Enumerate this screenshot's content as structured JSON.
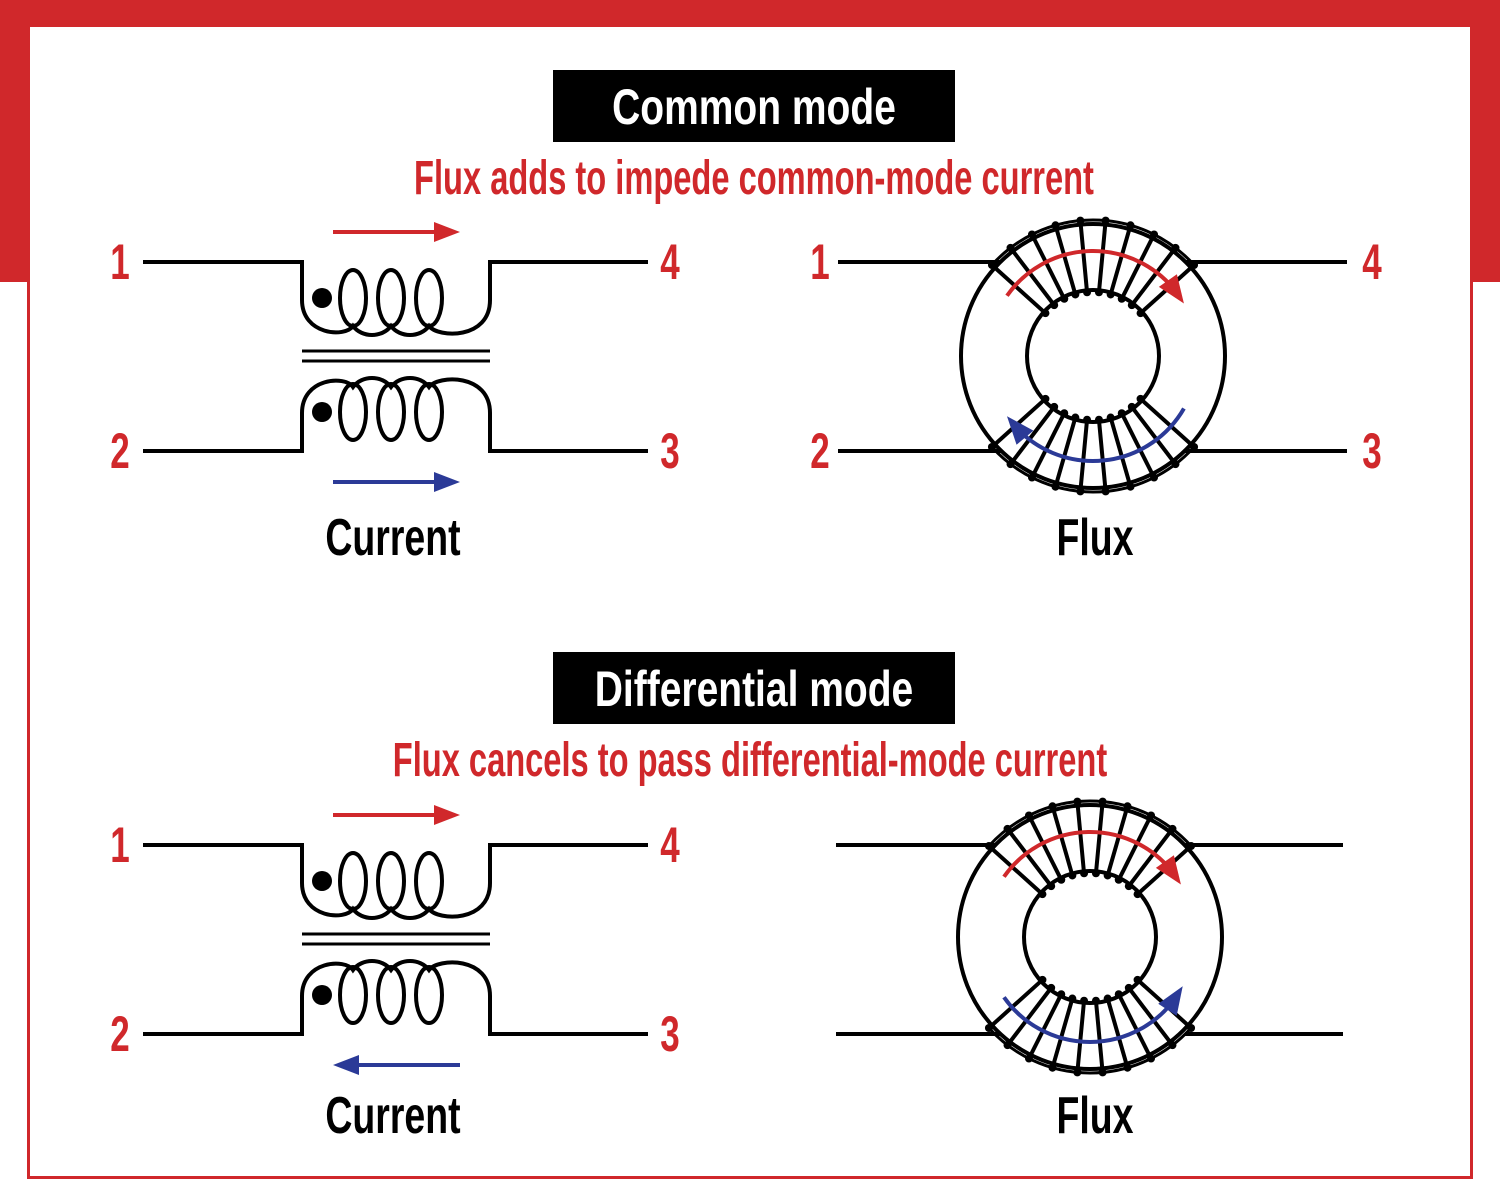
{
  "colors": {
    "red": "#d0282b",
    "blue": "#2b3a97",
    "black": "#000000"
  },
  "sections": [
    {
      "title": "Common mode",
      "subtitle": "Flux adds to impede common-mode current",
      "schematic": {
        "pins": [
          "1",
          "4",
          "2",
          "3"
        ],
        "caption": "Current",
        "top_arrow": "right",
        "bottom_arrow": "right"
      },
      "toroid": {
        "pins": [
          "1",
          "4",
          "2",
          "3"
        ],
        "caption": "Flux",
        "top_flux": "clockwise",
        "bottom_flux": "clockwise"
      }
    },
    {
      "title": "Differential mode",
      "subtitle": "Flux cancels to pass differential-mode current",
      "schematic": {
        "pins": [
          "1",
          "4",
          "2",
          "3"
        ],
        "caption": "Current",
        "top_arrow": "right",
        "bottom_arrow": "left"
      },
      "toroid": {
        "caption": "Flux",
        "top_flux": "clockwise",
        "bottom_flux": "counterclockwise"
      }
    }
  ]
}
